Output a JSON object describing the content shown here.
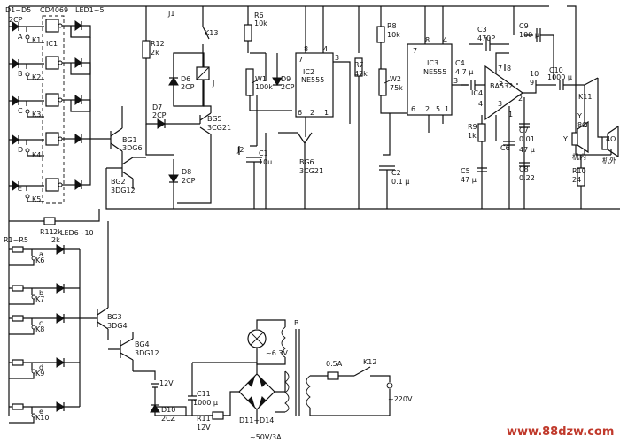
{
  "labels": {
    "d1_d5": "D1~D5",
    "d1_2cp": "2CP",
    "cd4069": "CD4069",
    "led1_5": "LED1~5",
    "ic1": "IC1",
    "k1": "K1",
    "k2": "K2",
    "k3": "K3",
    "k4": "K4",
    "k5": "K5",
    "a": "A",
    "b": "B",
    "c": "C",
    "d": "D",
    "e": "E",
    "j1": "J1",
    "k13": "K13",
    "r12": "R12",
    "r12v": "2k",
    "d6": "D6",
    "d6v": "2CP",
    "j": "J",
    "d7": "D7",
    "d7v": "2CP",
    "bg5": "BG5",
    "bg5v": "3CG21",
    "bg1": "BG1",
    "bg1v": "3DG6",
    "bg2": "BG2",
    "bg2v": "3DG12",
    "d8": "D8",
    "d8v": "2CP",
    "r6": "R6",
    "r6v": "10k",
    "w1": "W1",
    "w1v": "100k",
    "d9": "D9",
    "d9v": "2CP",
    "ic2": "IC2",
    "ic2v": "NE555",
    "p8a": "8",
    "p4a": "4",
    "p7a": "7",
    "p3a": "3",
    "p6a": "6",
    "p2a": "2",
    "p1a": "1",
    "j2": "J2",
    "c1": "C1",
    "c1v": "10u",
    "bg6": "BG6",
    "bg6v": "3CG21",
    "r7": "R7",
    "r7v": "47k",
    "r8": "R8",
    "r8v": "10k",
    "w2": "W2",
    "w2v": "75k",
    "ic3": "IC3",
    "ic3v": "NE555",
    "p8b": "8",
    "p4b": "4",
    "p7b": "7",
    "p3b": "3",
    "p6b": "6",
    "p2b": "2",
    "p5b": "5",
    "p1b": "1",
    "c2": "C2",
    "c2v": "0.1 μ",
    "c3": "C3",
    "c3v": "470P",
    "c4": "C4",
    "c4v": "4.7 μ",
    "ic4": "IC4",
    "ba532": "BA532",
    "n7": "7",
    "n8": "8",
    "n5": "5",
    "n4": "4",
    "n3": "3",
    "n1": "1",
    "n2": "2",
    "n9": "9",
    "n10": "10",
    "c9": "C9",
    "c9v": "100 μ",
    "c10": "C10",
    "c10v": "1000 μ",
    "k11": "K11",
    "r9": "R9",
    "r9v": "1k",
    "c6": "C6",
    "c7": "C7",
    "c7v": "0.01",
    "c7v2": "47 μ",
    "c5": "C5",
    "c5v": "47 μ",
    "c8": "C8",
    "c8v": "0.22",
    "y": "Y",
    "yv": "8Ω",
    "y2": "Y",
    "jinei": "机内",
    "r10": "R10",
    "r10v": "24",
    "four_ohm": "4Ω",
    "jiwai": "机外",
    "r11": "R11",
    "r11v": "2k",
    "r1_r5": "R1~R5",
    "r1_2k": "2k",
    "led6_10": "LED6~10",
    "k6": "K6",
    "k7": "K7",
    "k8": "K8",
    "k9": "K9",
    "k10": "K10",
    "la": "a",
    "lb": "b",
    "lc": "c",
    "ld": "d",
    "le": "e",
    "bg3": "BG3",
    "bg3v": "3DG4",
    "bg4": "BG4",
    "bg4v": "3DG12",
    "v12": "12V",
    "lamp_v": "~6.3V",
    "tb": "B",
    "fuse": "0.5A",
    "k12": "K12",
    "mains": "~220V",
    "c11": "C11",
    "c11v": "1000 μ",
    "d10": "D10",
    "d10v": "2CZ",
    "r11b": "R11",
    "r11bv": "12V",
    "d11_14": "D11~D14",
    "v50": "~50V/3A",
    "watermark": "www.88dzw.com"
  },
  "colors": {
    "ink": "#111111",
    "watermark": "#c0392b"
  }
}
